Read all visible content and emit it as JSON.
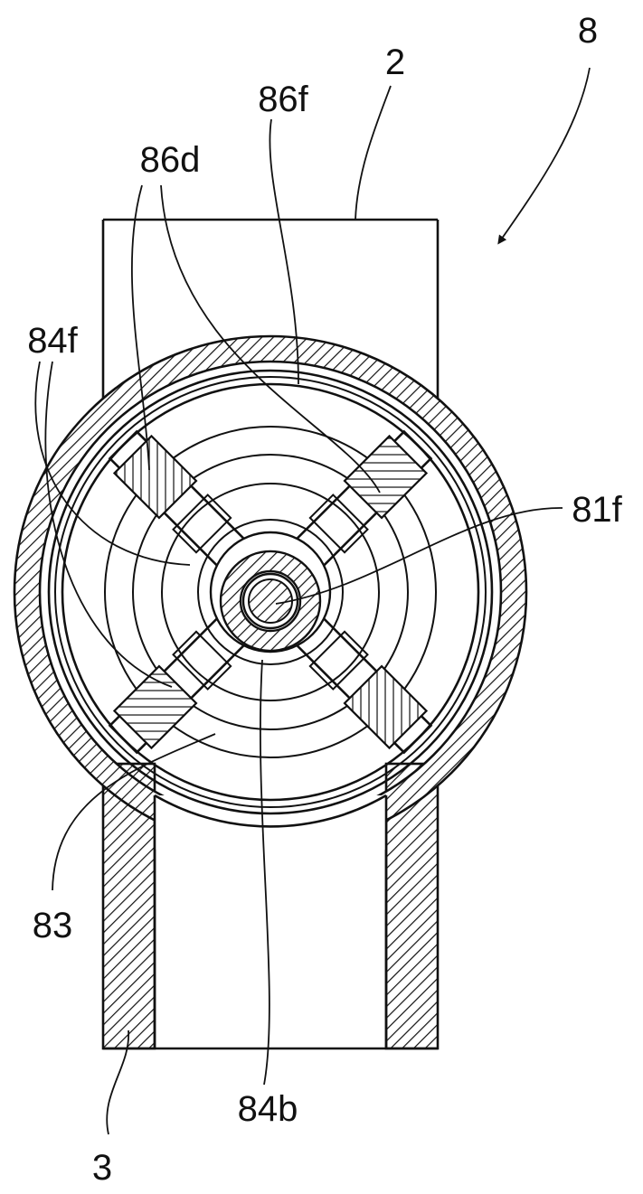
{
  "figure": {
    "reference_labels": {
      "device": "8",
      "upper_pipe": "2",
      "lower_pipe": "3",
      "ref_86f": "86f",
      "ref_86d": "86d",
      "ref_84f": "84f",
      "ref_81f": "81f",
      "ref_83": "83",
      "ref_84b": "84b"
    }
  }
}
